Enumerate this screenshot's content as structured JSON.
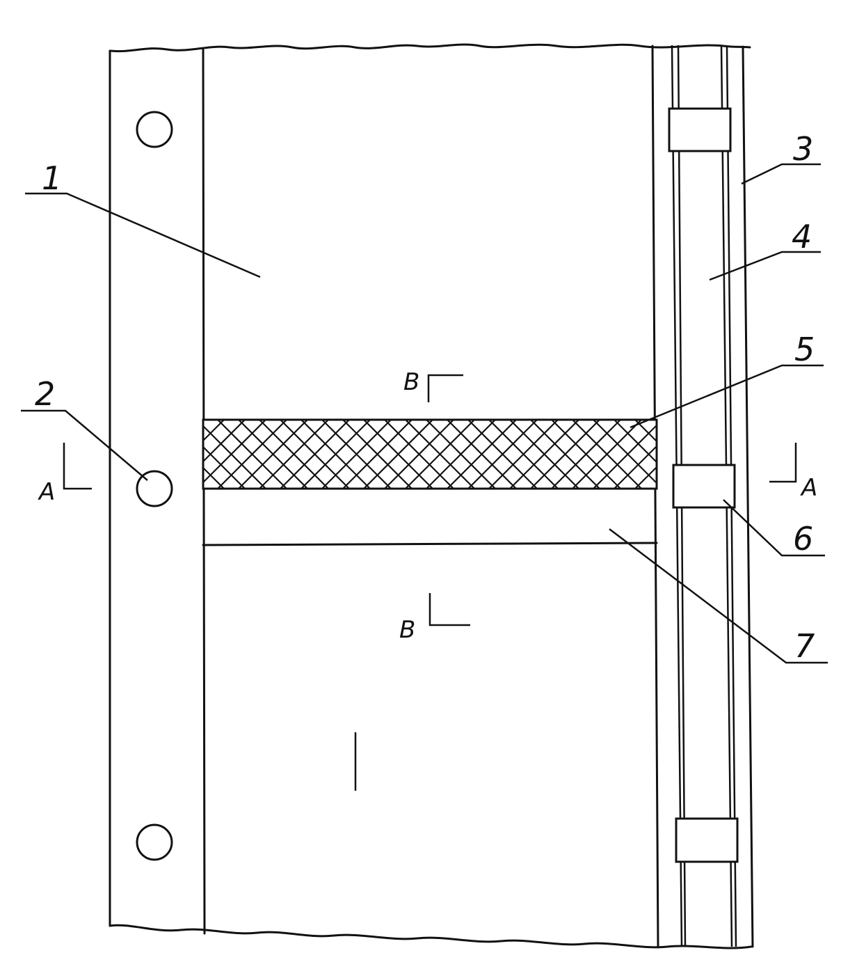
{
  "labels": {
    "part_1": "1",
    "part_2": "2",
    "part_3": "3",
    "part_4": "4",
    "part_5": "5",
    "part_6": "6",
    "part_7": "7",
    "section_a_left": "A",
    "section_a_right": "A",
    "section_b_top": "B",
    "section_b_bottom": "B",
    "view_mark": "I"
  }
}
